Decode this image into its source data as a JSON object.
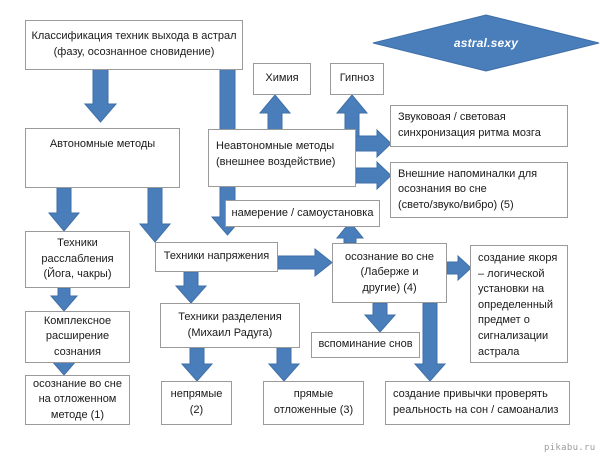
{
  "diagram": {
    "title": "Классификация техник выхода в астрал",
    "watermark": "pikabu.ru",
    "banner": {
      "label": "astral.sexy",
      "shape": "diamond",
      "fill": "#4A7EBB",
      "text_color": "#FFFFFF"
    },
    "colors": {
      "arrow": "#4A7EBB",
      "arrow_edge": "#3F6FA8",
      "node_border": "#9A9A9A",
      "node_fill": "#FFFFFF",
      "text": "#1A1A1A",
      "background": "#FFFFFF",
      "watermark": "#9B9B9B"
    },
    "nodes": [
      {
        "id": "root",
        "lines": [
          "Классификация техник выхода в астрал",
          "(фазу, осознанное сновидение)"
        ]
      },
      {
        "id": "auto",
        "lines": [
          "Автономные методы"
        ]
      },
      {
        "id": "nonauto",
        "lines": [
          "Неавтономные методы",
          "(внешнее воздействие)"
        ]
      },
      {
        "id": "chem",
        "lines": [
          "Химия"
        ]
      },
      {
        "id": "hypno",
        "lines": [
          "Гипноз"
        ]
      },
      {
        "id": "sound",
        "lines": [
          "Звуковоая / световая",
          "синхронизация ритма мозга"
        ]
      },
      {
        "id": "remind",
        "lines": [
          "Внешние напоминалки для",
          "осознания во сне",
          "(свето/звуко/вибро) (5)"
        ]
      },
      {
        "id": "intent",
        "lines": [
          "намерение / самоустановка"
        ]
      },
      {
        "id": "relax",
        "lines": [
          "Техники",
          "расслабления",
          "(Йога, чакры)"
        ]
      },
      {
        "id": "tension",
        "lines": [
          "Техники напряжения"
        ]
      },
      {
        "id": "awareness",
        "lines": [
          "осознание во сне",
          "(Лаберже и",
          "другие) (4)"
        ]
      },
      {
        "id": "anchor",
        "lines": [
          "создание якоря",
          "– логической",
          "установки на",
          "определенный",
          "предмет о",
          "сигнализации",
          "астрала"
        ]
      },
      {
        "id": "complex",
        "lines": [
          "Комплексное",
          "расширение",
          "сознания"
        ]
      },
      {
        "id": "separation",
        "lines": [
          "Техники разделения",
          "(Михаил Радуга)"
        ]
      },
      {
        "id": "recall",
        "lines": [
          "вспоминание снов"
        ]
      },
      {
        "id": "deferred",
        "lines": [
          "осознание во сне",
          "на отложенном",
          "методе (1)"
        ]
      },
      {
        "id": "indirect",
        "lines": [
          "непрямые",
          "(2)"
        ]
      },
      {
        "id": "direct",
        "lines": [
          "прямые",
          "отложенные (3)"
        ]
      },
      {
        "id": "habit",
        "lines": [
          "создание привычки проверять",
          "реальность на сон / самоанализ"
        ]
      }
    ],
    "edges": [
      {
        "from": "root",
        "to": "auto",
        "direction": "down"
      },
      {
        "from": "root",
        "to": "nonauto",
        "direction": "down"
      },
      {
        "from": "nonauto",
        "to": "chem",
        "direction": "up"
      },
      {
        "from": "nonauto",
        "to": "hypno",
        "direction": "up"
      },
      {
        "from": "nonauto",
        "to": "sound",
        "direction": "right"
      },
      {
        "from": "nonauto",
        "to": "remind",
        "direction": "right"
      },
      {
        "from": "auto",
        "to": "relax",
        "direction": "down"
      },
      {
        "from": "auto",
        "to": "tension",
        "direction": "down"
      },
      {
        "from": "relax",
        "to": "complex",
        "direction": "down"
      },
      {
        "from": "complex",
        "to": "deferred",
        "direction": "down"
      },
      {
        "from": "tension",
        "to": "separation",
        "direction": "down"
      },
      {
        "from": "tension",
        "to": "awareness",
        "direction": "right"
      },
      {
        "from": "separation",
        "to": "indirect",
        "direction": "down"
      },
      {
        "from": "separation",
        "to": "direct",
        "direction": "down"
      },
      {
        "from": "awareness",
        "to": "intent",
        "direction": "up"
      },
      {
        "from": "awareness",
        "to": "anchor",
        "direction": "right"
      },
      {
        "from": "awareness",
        "to": "recall",
        "direction": "down"
      },
      {
        "from": "awareness",
        "to": "habit",
        "direction": "down"
      }
    ]
  }
}
